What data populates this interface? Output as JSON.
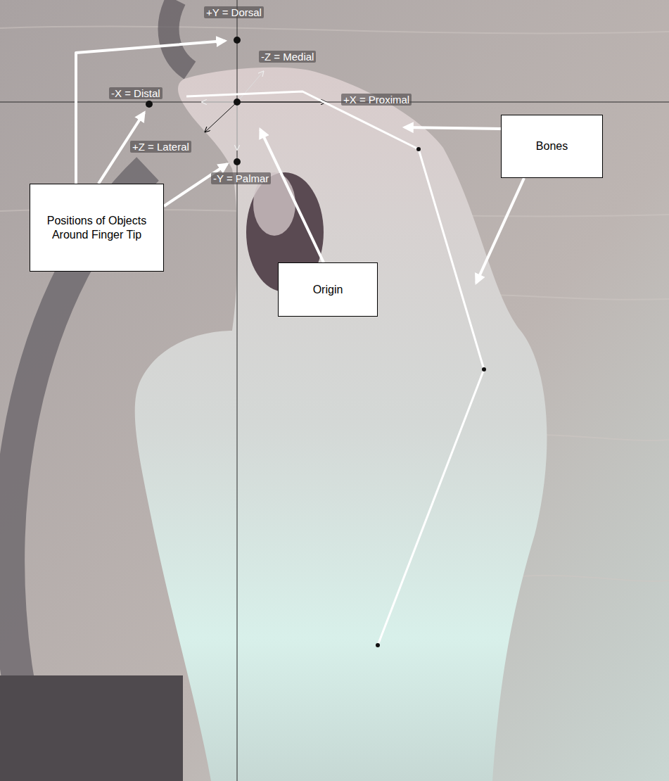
{
  "diagram": {
    "nodes": [
      {
        "text": [
          "Positions of Objects Around Finger Tip"
        ]
      },
      {
        "text": [
          "Origin"
        ]
      },
      {
        "text": [
          "Bones"
        ]
      }
    ],
    "labels": [
      "+Y = Dorsal",
      "-Z = Medial",
      "-X = Distal",
      "+X = Proximal",
      "+Z = Lateral",
      "-Y = Palmar"
    ]
  }
}
